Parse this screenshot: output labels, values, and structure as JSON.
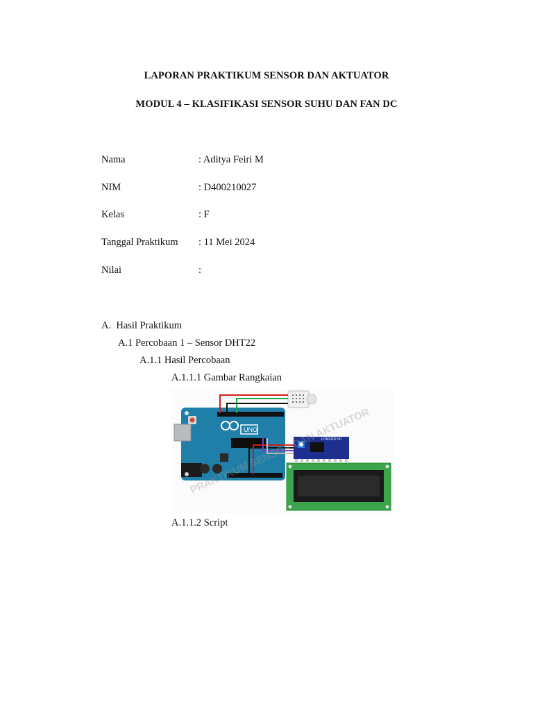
{
  "header": {
    "title": "LAPORAN PRAKTIKUM SENSOR DAN AKTUATOR",
    "subtitle": "MODUL 4 – KLASIFIKASI SENSOR SUHU DAN FAN DC"
  },
  "identity": {
    "rows": [
      {
        "label": "Nama",
        "value": ": Aditya Feiri M"
      },
      {
        "label": "NIM",
        "value": ": D400210027"
      },
      {
        "label": "Kelas",
        "value": ": F"
      },
      {
        "label": "Tanggal Praktikum",
        "value": ": 11 Mei 2024"
      },
      {
        "label": "Nilai",
        "value": ":"
      }
    ]
  },
  "sections": {
    "a": "A.  Hasil Praktikum",
    "a1": "A.1 Percobaan 1 – Sensor DHT22",
    "a11": "A.1.1 Hasil Percobaan",
    "a111": "A.1.1.1 Gambar Rangkaian",
    "a112": "A.1.1.2 Script"
  },
  "figure": {
    "watermark": "PRAKTIKUM SENSOR DAN AKTUATOR",
    "board_label": "UNO",
    "module_label": "LCM1602 IIC"
  },
  "colors": {
    "arduino_board": "#1f7fa8",
    "lcd_board": "#3aa54a",
    "lcd_screen": "#1a1a1a",
    "i2c_module": "#1e2f8f",
    "wire_red": "#d21b1b",
    "wire_green": "#1ea84a",
    "wire_black": "#111111"
  }
}
